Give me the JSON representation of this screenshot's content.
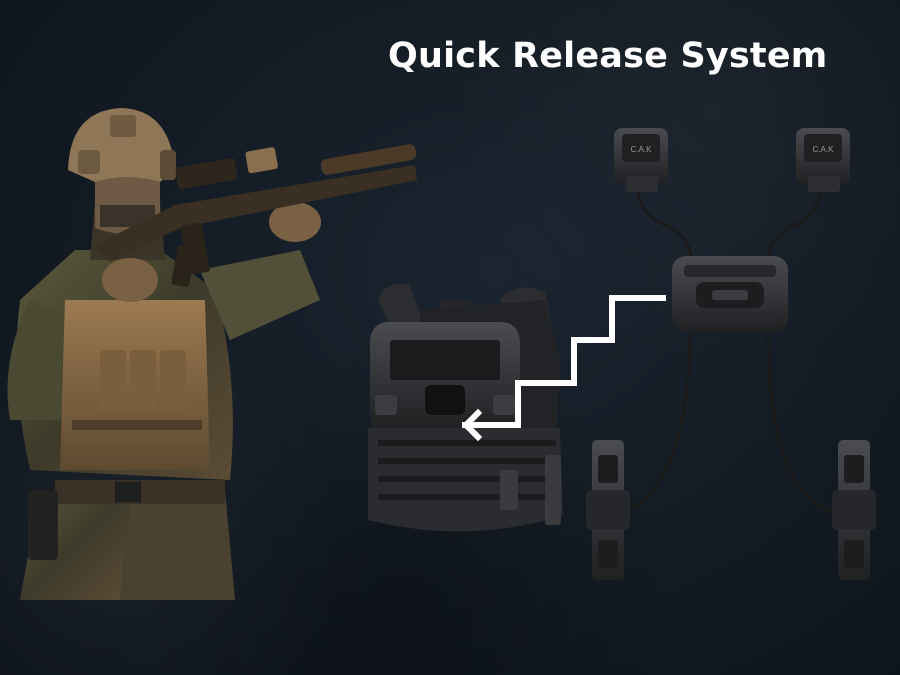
{
  "title": "Quick Release System",
  "module_logo_text": "C.A.K",
  "colors": {
    "background": "#141c25",
    "title": "#ffffff",
    "gear_dark": "#2a2b2d",
    "gear_highlight": "#4a4c50",
    "tan": "#8a6a44",
    "camo_green": "#4a5236",
    "arrow": "#ffffff"
  },
  "icons": [
    "soldier-figure",
    "plate-carrier-vest",
    "quick-release-buckle",
    "central-release-module",
    "cummerbund-buckle",
    "flow-arrow"
  ]
}
